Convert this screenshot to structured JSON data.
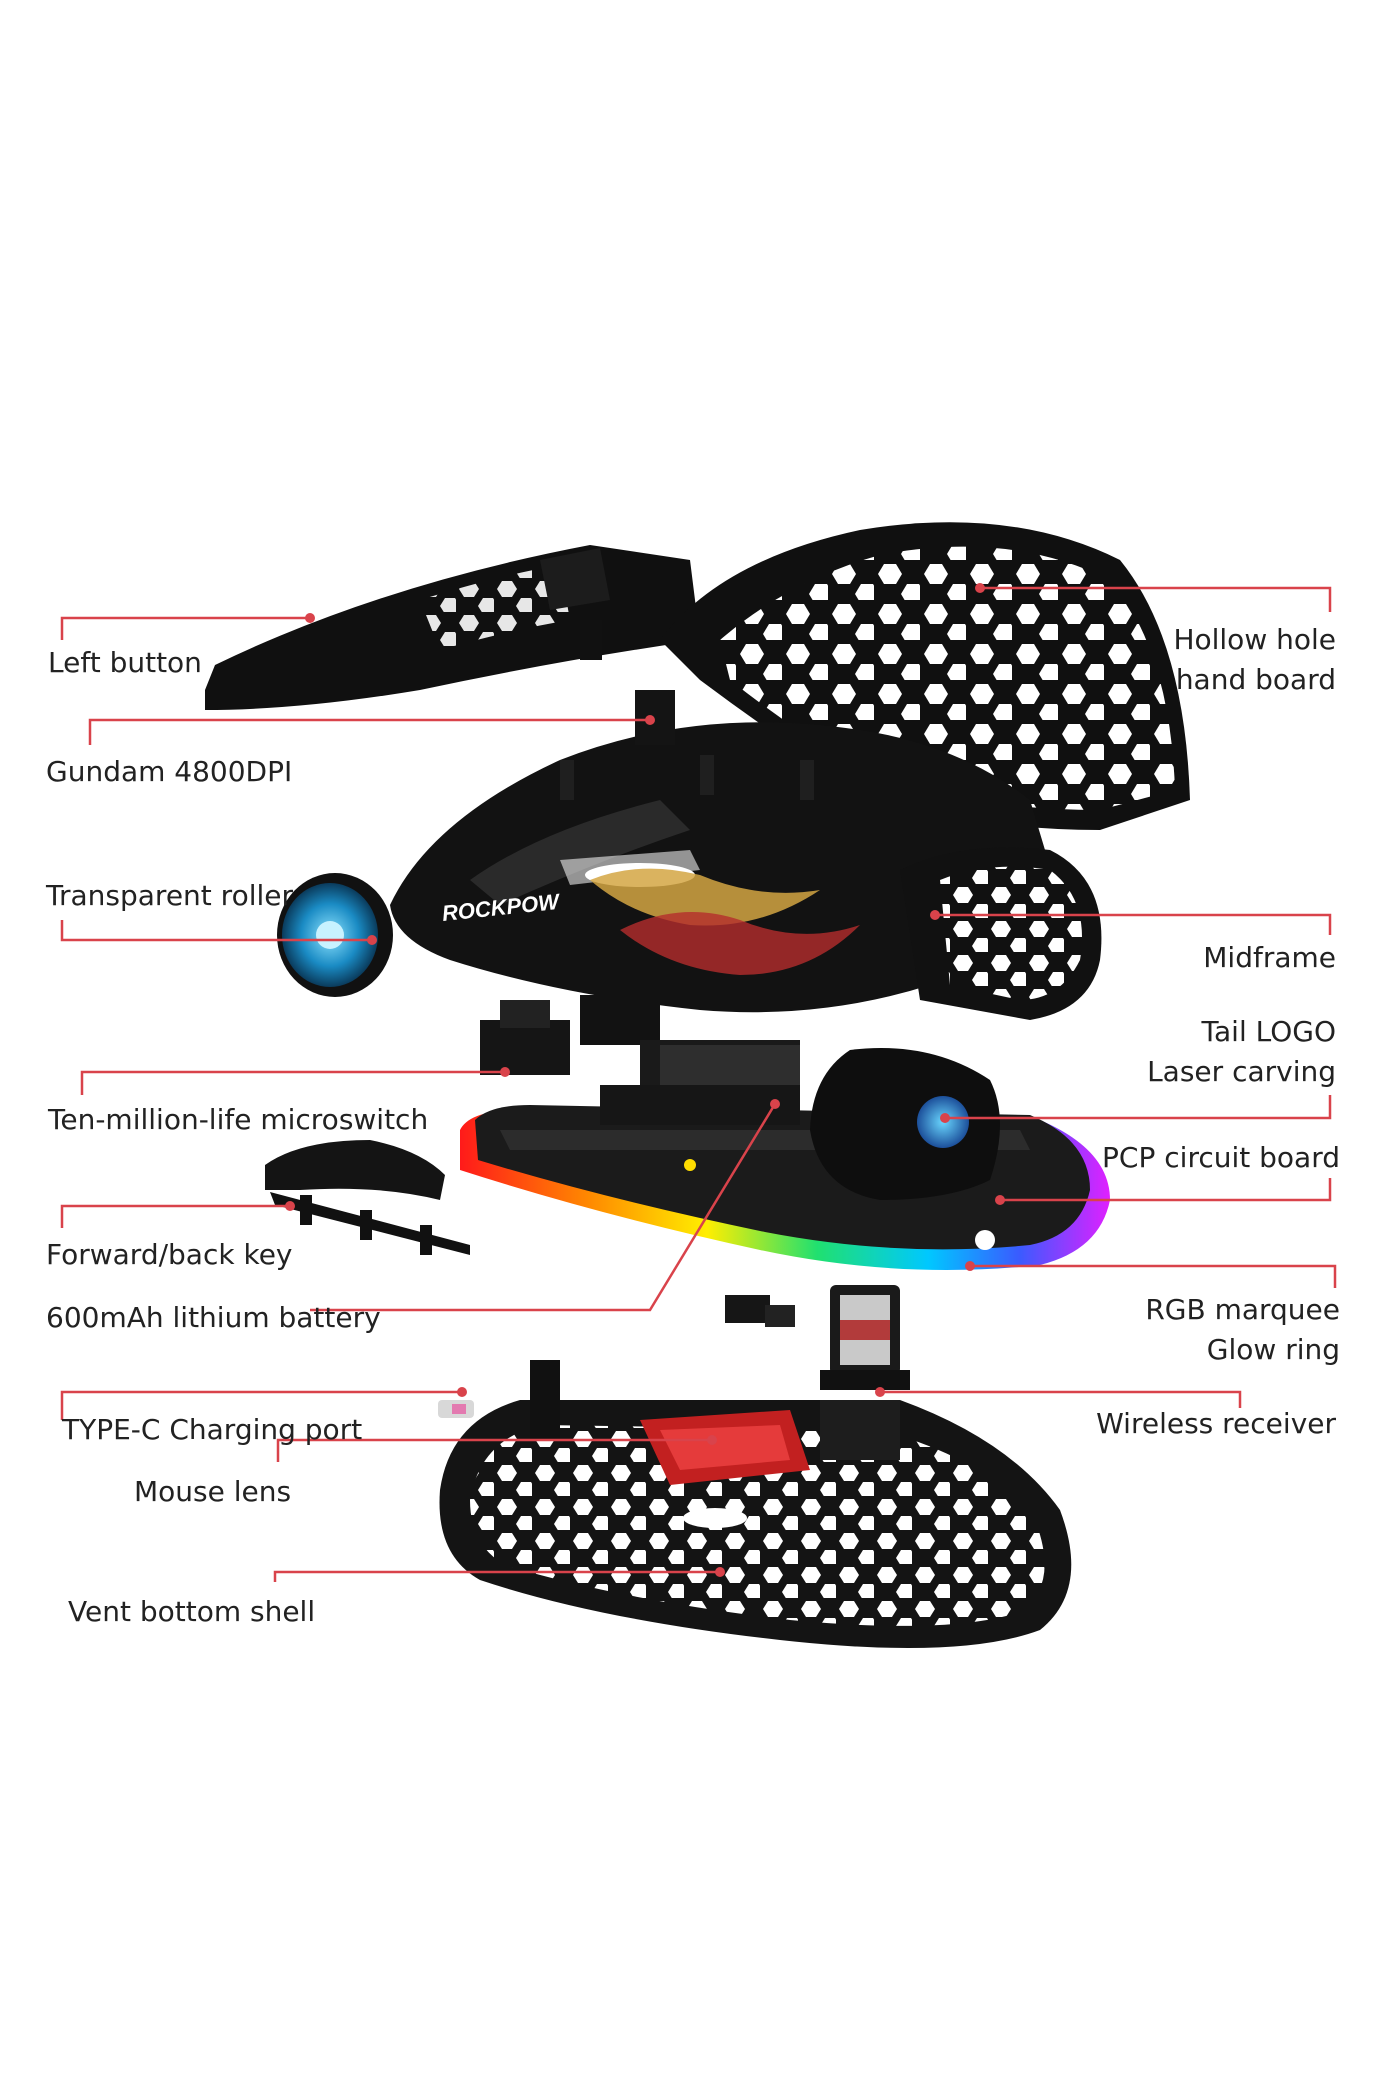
{
  "colors": {
    "leader": "#d9434b",
    "part": "#101010",
    "part_edge": "#2a2a2a",
    "hole": "#ffffff"
  },
  "brand_text": "ROCKPOW",
  "labels": {
    "left_button": "Left button",
    "hollow_hand_board": [
      "Hollow hole",
      "hand board"
    ],
    "gundam_dpi": "Gundam 4800DPI",
    "transparent_roller": "Transparent roller",
    "midframe": "Midframe",
    "tail_logo": [
      "Tail LOGO",
      "Laser carving"
    ],
    "microswitch": "Ten-million-life microswitch",
    "pcp_board": "PCP circuit board",
    "forward_back_key": "Forward/back key",
    "battery": "600mAh lithium battery",
    "rgb_ring": [
      "RGB marquee",
      "Glow ring"
    ],
    "typec_port": "TYPE-C Charging port",
    "wireless_receiver": "Wireless receiver",
    "mouse_lens": "Mouse lens",
    "vent_shell": "Vent bottom shell"
  }
}
